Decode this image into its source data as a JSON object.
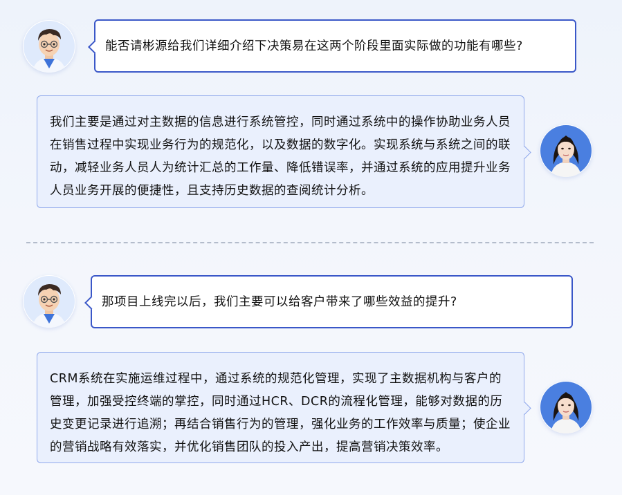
{
  "conversation": {
    "q1": "能否请彬源给我们详细介绍下决策易在这两个阶段里面实际做的功能有哪些?",
    "a1": "我们主要是通过对主数据的信息进行系统管控，同时通过系统中的操作协助业务人员在销售过程中实现业务行为的规范化，以及数据的数字化。实现系统与系统之间的联动，减轻业务人员人为统计汇总的工作量、降低错误率，并通过系统的应用提升业务人员业务开展的便捷性，且支持历史数据的查阅统计分析。",
    "q2": "那项目上线完以后，我们主要可以给客户带来了哪些效益的提升?",
    "a2": "CRM系统在实施运维过程中，通过系统的规范化管理，实现了主数据机构与客户的管理，加强受控终端的掌控，同时通过HCR、DCR的流程化管理，能够对数据的历史变更记录进行追溯；再结合销售行为的管理，强化业务的工作效率与质量；使企业的营销战略有效落实，并优化销售团队的投入产出，提高营销决策效率。"
  },
  "colors": {
    "question_border": "#3a57c8",
    "answer_bg": "#eaf0fd",
    "answer_border": "#90a9ec",
    "divider": "#b3bccb"
  },
  "icons": {
    "interviewer": "cartoon-boy-avatar",
    "interviewee": "woman-photo-avatar"
  }
}
